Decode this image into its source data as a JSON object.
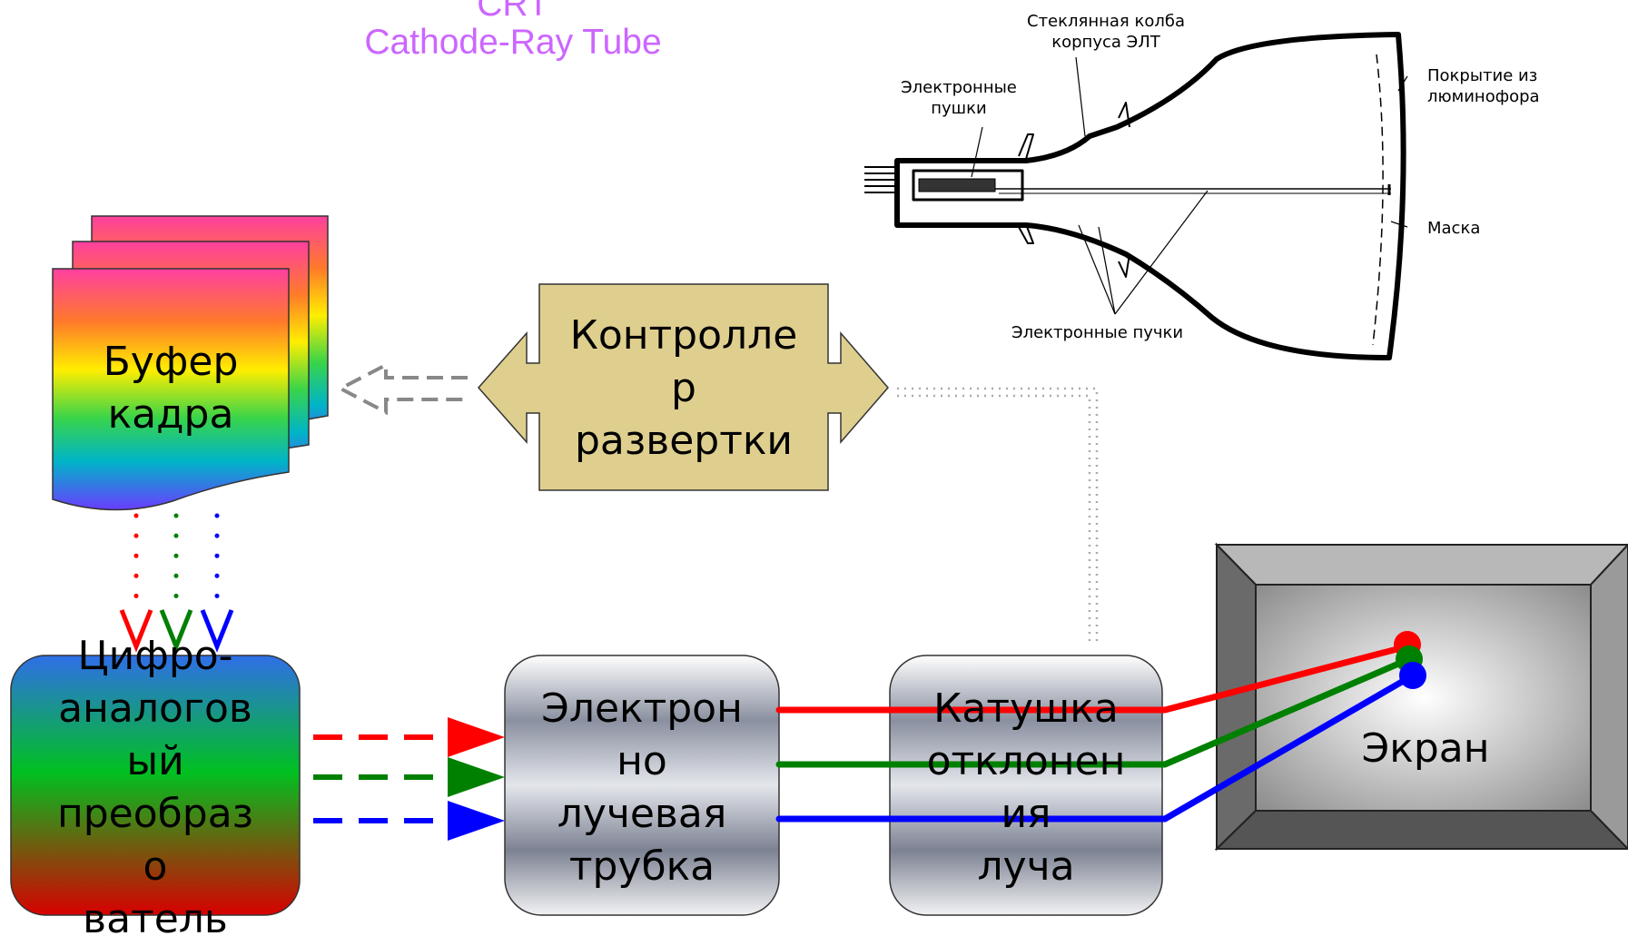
{
  "title": {
    "line1": "CRT",
    "line2": "Cathode-Ray Tube"
  },
  "blocks": {
    "frame_buffer": "Буфер\nкадра",
    "scan_controller": "Контролле\nр\nразвертки",
    "dac": "Цифро-\nаналогов\nый\nпреобраз\nо\nватель",
    "crt_tube": "Электрон\nно\nлучевая\nтрубка",
    "deflection_coil": "Катушка\nотклонен\nия\nлуча",
    "screen": "Экран"
  },
  "crt_illustration": {
    "glass_bulb": "Стеклянная колба\nкорпуса ЭЛТ",
    "electron_guns": "Электронные\nпушки",
    "phosphor_coating": "Покрытие из\nлюминофора",
    "mask": "Маска",
    "electron_beams": "Электронные пучки"
  },
  "colors": {
    "title": "#cc66ff",
    "red_channel": "#ff0000",
    "green_channel": "#008000",
    "blue_channel": "#0000ff",
    "controller_fill": "#dfcf8f",
    "connector_gray": "#888888"
  }
}
